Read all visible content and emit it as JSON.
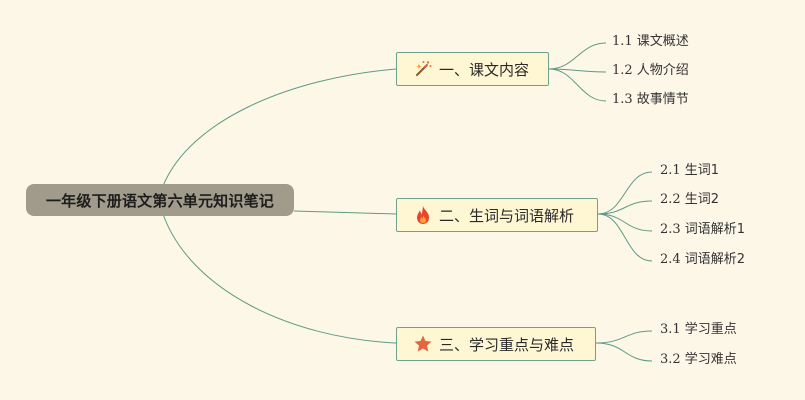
{
  "colors": {
    "background": "#fdf7e8",
    "root_fill": "#a09b8a",
    "branch_fill": "#fff6d3",
    "connector": "#5f9a84"
  },
  "root": {
    "label": "一年级下册语文第六单元知识笔记"
  },
  "branches": [
    {
      "label": "一、课文内容",
      "icon": "magic-wand-icon",
      "children": [
        {
          "num": "1.1",
          "text": "课文概述"
        },
        {
          "num": "1.2",
          "text": "人物介绍"
        },
        {
          "num": "1.3",
          "text": "故事情节"
        }
      ]
    },
    {
      "label": "二、生词与词语解析",
      "icon": "fire-icon",
      "children": [
        {
          "num": "2.1",
          "text": "生词1"
        },
        {
          "num": "2.2",
          "text": "生词2"
        },
        {
          "num": "2.3",
          "text": "词语解析1"
        },
        {
          "num": "2.4",
          "text": "词语解析2"
        }
      ]
    },
    {
      "label": "三、学习重点与难点",
      "icon": "star-icon",
      "children": [
        {
          "num": "3.1",
          "text": "学习重点"
        },
        {
          "num": "3.2",
          "text": "学习难点"
        }
      ]
    }
  ]
}
